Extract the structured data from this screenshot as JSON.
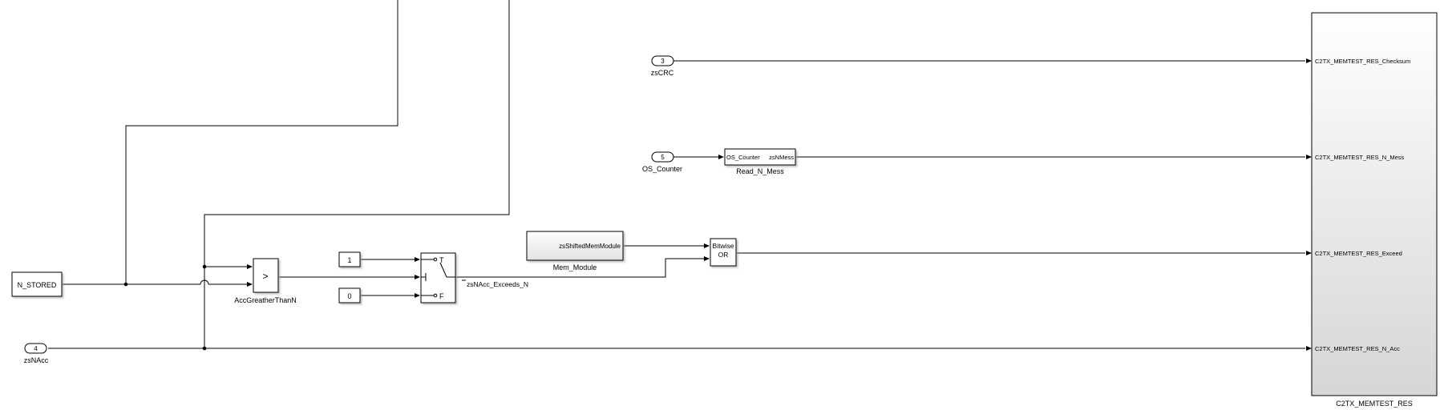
{
  "blocks": {
    "n_stored": {
      "label": "N_STORED"
    },
    "const_1": {
      "value": "1"
    },
    "const_0": {
      "value": "0"
    },
    "compare": {
      "symbol": ">",
      "name": "AccGreatherThanN"
    },
    "switch": {
      "true_port": "T",
      "false_port": "F"
    },
    "mem_module": {
      "port": "zsShiftedMemModule",
      "name": "Mem_Module"
    },
    "bitwise": {
      "line1": "Bitwise",
      "line2": "OR"
    },
    "read_n_mess": {
      "in_port": "OS_Counter",
      "out_port": "zsNMess",
      "name": "Read_N_Mess"
    },
    "bus_creator": {
      "name": "C2TX_MEMTEST_RES",
      "ports": [
        "C2TX_MEMTEST_RES_Checksum",
        "C2TX_MEMTEST_RES_N_Mess",
        "C2TX_MEMTEST_RES_Exceed",
        "C2TX_MEMTEST_RES_N_Acc"
      ]
    }
  },
  "inports": [
    {
      "number": "3",
      "name": "zsCRC"
    },
    {
      "number": "5",
      "name": "OS_Counter"
    },
    {
      "number": "4",
      "name": "zsNAcc"
    }
  ],
  "signals": {
    "exceeds": "zsNAcc_Exceeds_N"
  }
}
